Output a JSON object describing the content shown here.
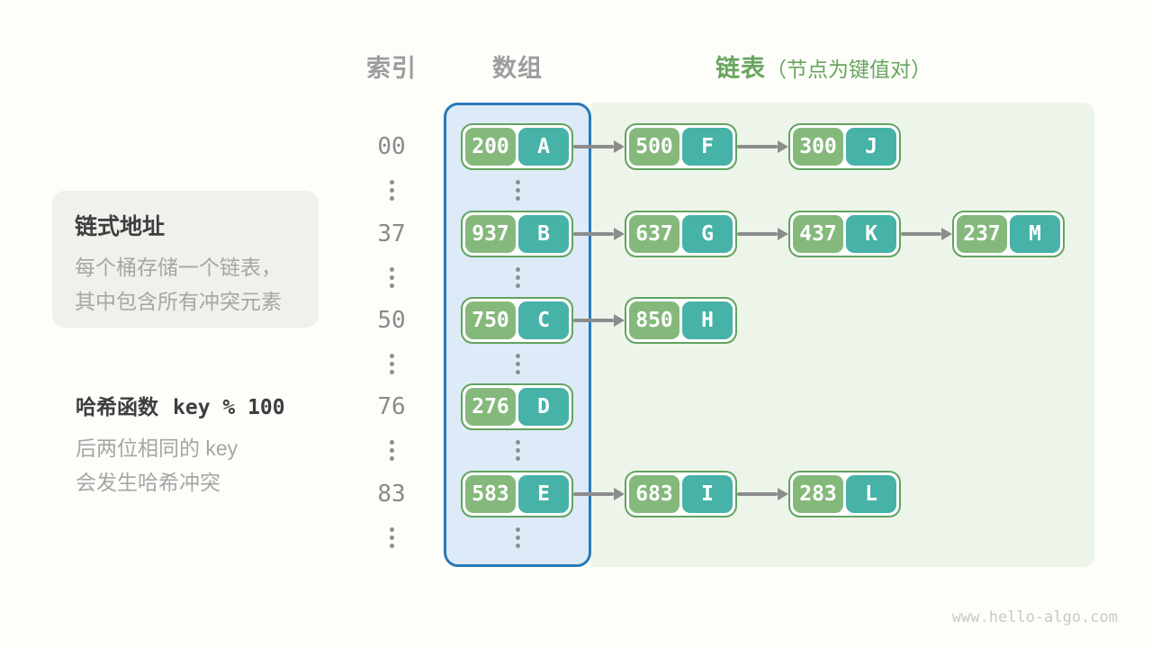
{
  "header": {
    "index": "索引",
    "array": "数组",
    "list": "链表",
    "list_note": "（节点为键值对）"
  },
  "info_card": {
    "title": "链式地址",
    "lines": [
      "每个桶存储一个链表，",
      "其中包含所有冲突元素"
    ]
  },
  "hash_note": {
    "title": "哈希函数",
    "formula": "key % 100",
    "lines": [
      "后两位相同的 key",
      "会发生哈希冲突"
    ]
  },
  "rows": [
    {
      "index": "00",
      "nodes": [
        {
          "key": "200",
          "value": "A"
        },
        {
          "key": "500",
          "value": "F"
        },
        {
          "key": "300",
          "value": "J"
        }
      ]
    },
    {
      "index": "37",
      "nodes": [
        {
          "key": "937",
          "value": "B"
        },
        {
          "key": "637",
          "value": "G"
        },
        {
          "key": "437",
          "value": "K"
        },
        {
          "key": "237",
          "value": "M"
        }
      ]
    },
    {
      "index": "50",
      "nodes": [
        {
          "key": "750",
          "value": "C"
        },
        {
          "key": "850",
          "value": "H"
        }
      ]
    },
    {
      "index": "76",
      "nodes": [
        {
          "key": "276",
          "value": "D"
        }
      ]
    },
    {
      "index": "83",
      "nodes": [
        {
          "key": "583",
          "value": "E"
        },
        {
          "key": "683",
          "value": "I"
        },
        {
          "key": "283",
          "value": "L"
        }
      ]
    }
  ],
  "watermark": "www.hello-algo.com",
  "colors": {
    "array_fill": "#dcebf7",
    "array_border": "#2a7ab8",
    "list_fill": "#edf5eb",
    "node_border": "#62a35f",
    "key_fill": "#85b97c",
    "value_fill": "#47b2a7",
    "accent_green": "#68a55e",
    "arrow_gray": "#8c8c8c"
  }
}
